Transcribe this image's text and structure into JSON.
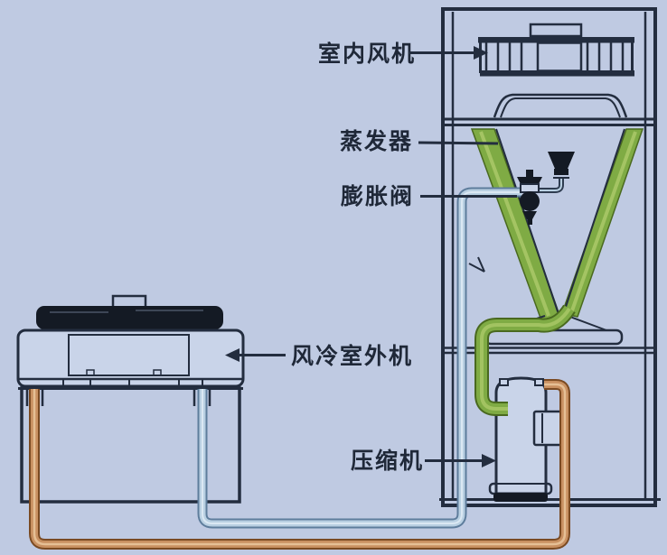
{
  "labels": {
    "indoor_fan": "室内风机",
    "evaporator": "蒸发器",
    "expansion_valve": "膨胀阀",
    "outdoor_unit": "风冷室外机",
    "compressor": "压缩机"
  },
  "colors": {
    "background": "#bfcae2",
    "line": "#232d3f",
    "text": "#1f2838",
    "pipe_green": "#7fab44",
    "pipe_green_dark": "#49691f",
    "pipe_green_light": "#aecb6b",
    "pipe_blue": "#b9d0e2",
    "pipe_blue_dark": "#5e7d9c",
    "pipe_copper": "#c89061",
    "pipe_copper_dark": "#7a4a22",
    "dark_fill": "#141a24",
    "panel_fill": "#c9d4e9"
  }
}
